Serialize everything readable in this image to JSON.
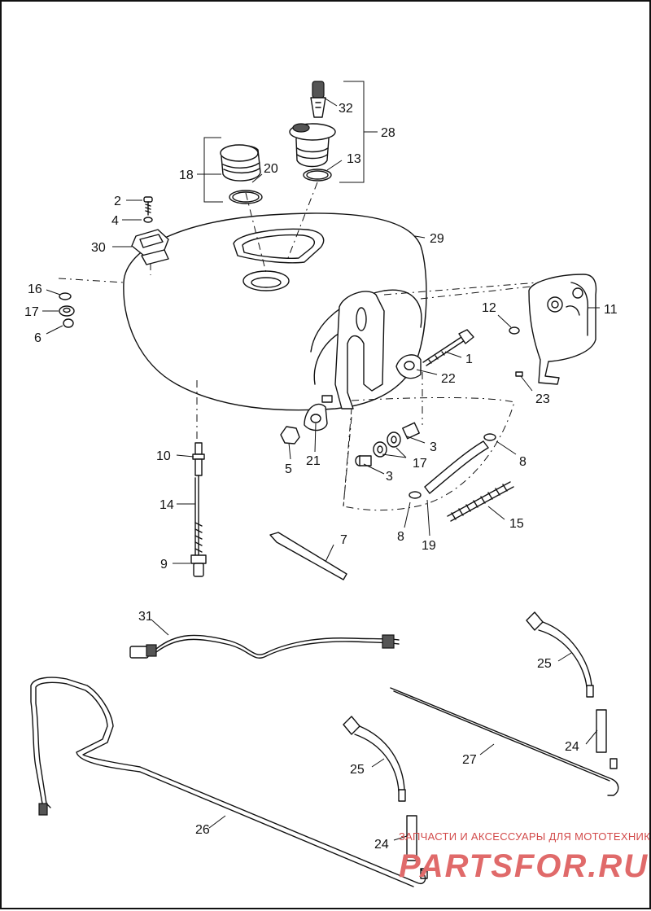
{
  "callouts": [
    {
      "id": "c1",
      "label": "1"
    },
    {
      "id": "c2",
      "label": "2"
    },
    {
      "id": "c3a",
      "label": "3"
    },
    {
      "id": "c3b",
      "label": "3"
    },
    {
      "id": "c4",
      "label": "4"
    },
    {
      "id": "c5",
      "label": "5"
    },
    {
      "id": "c6",
      "label": "6"
    },
    {
      "id": "c7",
      "label": "7"
    },
    {
      "id": "c8a",
      "label": "8"
    },
    {
      "id": "c8b",
      "label": "8"
    },
    {
      "id": "c9",
      "label": "9"
    },
    {
      "id": "c10",
      "label": "10"
    },
    {
      "id": "c11",
      "label": "11"
    },
    {
      "id": "c12",
      "label": "12"
    },
    {
      "id": "c13",
      "label": "13"
    },
    {
      "id": "c14",
      "label": "14"
    },
    {
      "id": "c15",
      "label": "15"
    },
    {
      "id": "c16",
      "label": "16"
    },
    {
      "id": "c17a",
      "label": "17"
    },
    {
      "id": "c17b",
      "label": "17"
    },
    {
      "id": "c18",
      "label": "18"
    },
    {
      "id": "c19",
      "label": "19"
    },
    {
      "id": "c20",
      "label": "20"
    },
    {
      "id": "c21",
      "label": "21"
    },
    {
      "id": "c22",
      "label": "22"
    },
    {
      "id": "c23",
      "label": "23"
    },
    {
      "id": "c24a",
      "label": "24"
    },
    {
      "id": "c24b",
      "label": "24"
    },
    {
      "id": "c25a",
      "label": "25"
    },
    {
      "id": "c25b",
      "label": "25"
    },
    {
      "id": "c26",
      "label": "26"
    },
    {
      "id": "c27",
      "label": "27"
    },
    {
      "id": "c28",
      "label": "28"
    },
    {
      "id": "c29",
      "label": "29"
    },
    {
      "id": "c30",
      "label": "30"
    },
    {
      "id": "c31",
      "label": "31"
    },
    {
      "id": "c32",
      "label": "32"
    }
  ],
  "watermark": {
    "tagline": "ЗАПЧАСТИ И АКСЕССУАРЫ ДЛЯ МОТОТЕХНИКИ",
    "logo": "PARTSFOR.RU"
  }
}
